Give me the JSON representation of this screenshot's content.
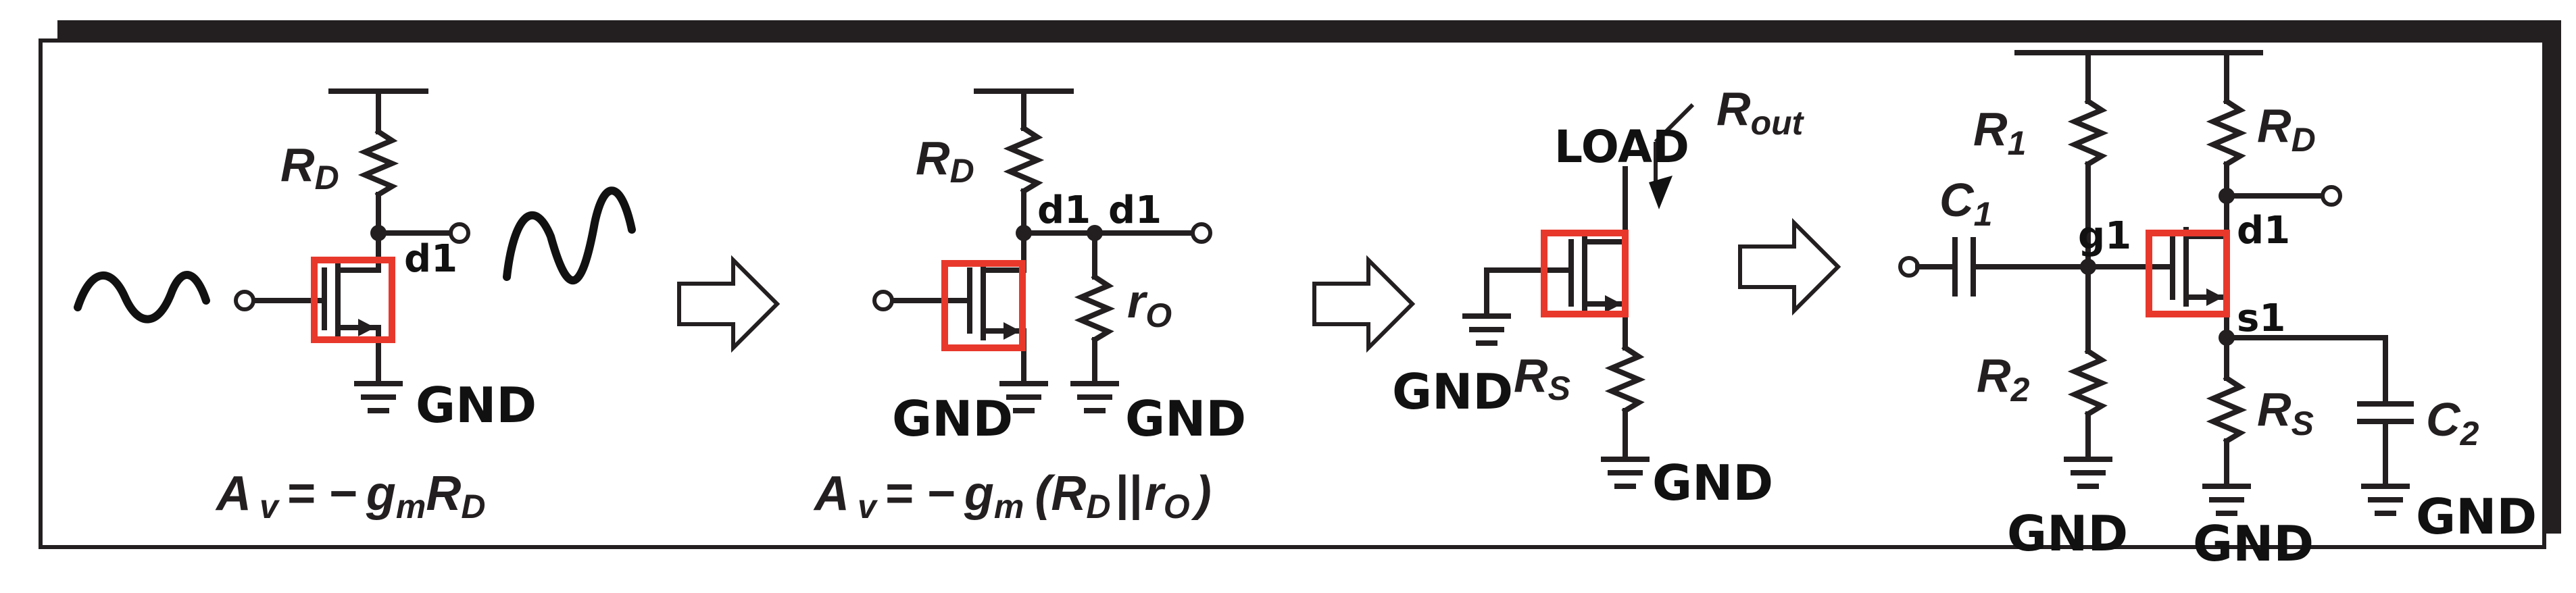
{
  "stage1": {
    "rd_label": "R",
    "rd_sub": "D",
    "node_label": "d1",
    "gnd_label": "GND",
    "gain_A": "A",
    "gain_v": "v",
    "gain_eq": "= −",
    "gain_g": "g",
    "gain_m": "m",
    "gain_R": "R",
    "gain_D": "D"
  },
  "stage2": {
    "rd_label": "R",
    "rd_sub": "D",
    "node_label_1": "d1",
    "node_label_2": "d1",
    "ro_label": "r",
    "ro_sub": "O",
    "gnd_label_1": "GND",
    "gnd_label_2": "GND",
    "gain_A": "A",
    "gain_v": "v",
    "gain_eq": "= −",
    "gain_g": "g",
    "gain_m": "m",
    "gain_paren_open": "(",
    "gain_R": "R",
    "gain_D": "D",
    "gain_par": "||",
    "gain_r": "r",
    "gain_O": "O",
    "gain_paren_close": ")"
  },
  "stage3": {
    "load_label": "LOAD",
    "rout_label": "R",
    "rout_sub": "out",
    "rs_label": "R",
    "rs_sub": "S",
    "gnd_label_1": "GND",
    "gnd_label_2": "GND"
  },
  "stage4": {
    "r1_label": "R",
    "r1_sub": "1",
    "r2_label": "R",
    "r2_sub": "2",
    "rd_label": "R",
    "rd_sub": "D",
    "rs_label": "R",
    "rs_sub": "S",
    "c1_label": "C",
    "c1_sub": "1",
    "c2_label": "C",
    "c2_sub": "2",
    "gate_label": "g1",
    "drain_label": "d1",
    "source_label": "s1",
    "gnd_label_1": "GND",
    "gnd_label_2": "GND",
    "gnd_label_3": "GND"
  },
  "colors": {
    "ink": "#231f20",
    "highlight": "#e8382c",
    "paper": "#ffffff"
  },
  "icons": [
    "sine-input-icon",
    "sine-output-icon",
    "arrow-right-icon",
    "mosfet-icon",
    "resistor-icon",
    "capacitor-icon",
    "ground-icon"
  ]
}
